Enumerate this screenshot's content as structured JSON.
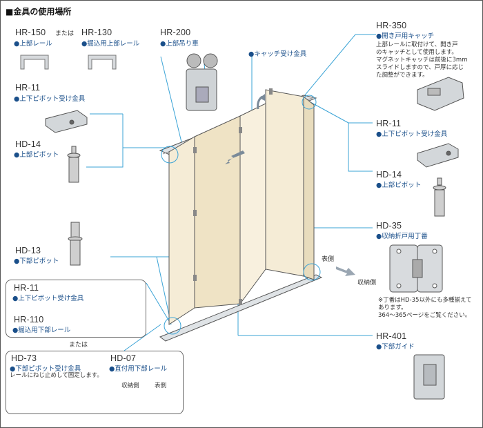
{
  "title": "■金具の使用場所",
  "or_text": "または",
  "or_text2": "または",
  "parts": {
    "hr150": {
      "code": "HR-150",
      "label": "●上部レール"
    },
    "hr130": {
      "code": "HR-130",
      "label": "●掘込用上部レール"
    },
    "hr200": {
      "code": "HR-200",
      "label": "●上部吊り車"
    },
    "catch": {
      "label": "●キャッチ受け金具"
    },
    "hr350": {
      "code": "HR-350",
      "label": "●開き戸用キャッチ",
      "note": [
        "上部レールに取付けて、開き戸",
        "のキャッチとして使用します。",
        "マグネットキャッチは前後に3mm",
        "スライドしますので、戸厚に応じ",
        "た調整ができます。"
      ]
    },
    "hr11_left": {
      "code": "HR-11",
      "label": "●上下ピボット受け金具"
    },
    "hd14_left": {
      "code": "HD-14",
      "label": "●上部ピボット"
    },
    "hr11_right": {
      "code": "HR-11",
      "label": "●上下ピボット受け金具"
    },
    "hd14_right": {
      "code": "HD-14",
      "label": "●上部ピボット"
    },
    "hd35": {
      "code": "HD-35",
      "label": "●収納折戸用丁番"
    },
    "hd13": {
      "code": "HD-13",
      "label": "●下部ピボット"
    },
    "hr11_box": {
      "code": "HR-11",
      "label": "●上下ピボット受け金具"
    },
    "hr110": {
      "code": "HR-110",
      "label": "●掘込用下部レール"
    },
    "hd73": {
      "code": "HD-73",
      "label": "●下部ピボット受け金具",
      "note": "レールにねじ止めして固定します。"
    },
    "hd07": {
      "code": "HD-07",
      "label": "●直付用下部レール"
    },
    "hr401": {
      "code": "HR-401",
      "label": "●下部ガイド"
    }
  },
  "side_labels": {
    "front": "表側",
    "storage": "収納側",
    "storage2": "収納側",
    "front2": "表側"
  },
  "hinge_note": [
    "※丁番はHD-35以外にも多種揃えて",
    "あります。",
    "364〜365ページをご覧ください。"
  ],
  "colors": {
    "door": "#f5ecd6",
    "accent_blue": "#1a4f8a",
    "line_blue": "#3aa3d6",
    "arrow_gray": "#7a8a99",
    "pink": "#e98aa8"
  }
}
